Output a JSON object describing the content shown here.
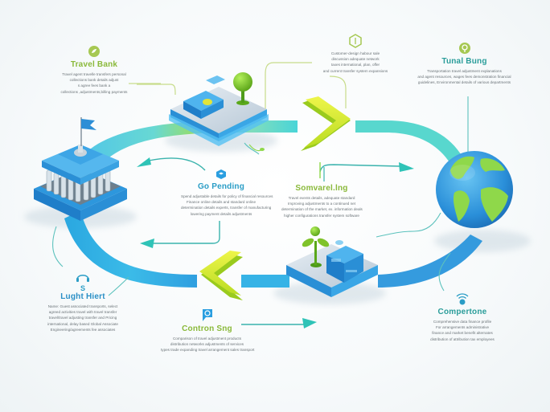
{
  "diagram": {
    "type": "process-cycle infographic",
    "colors": {
      "ring_blue": "#3bb6e6",
      "ring_teal": "#3dd6c8",
      "ring_green": "#8fd84a",
      "chevron_yellow": "#d8ea3a",
      "chevron_green": "#9acb1d",
      "platform_blue": "#2f8fd8",
      "platform_top": "#d5e2ec",
      "title_green": "#8ab93a",
      "title_teal": "#2a9d9a",
      "connector_teal": "#3ab3ad"
    },
    "nodes": [
      {
        "id": "bank-building",
        "label": "Travel Bank",
        "icon": "tree-leaf-icon",
        "description": [
          "Travel agent travelle transfers personal",
          "collections bank details adjust",
          "s    agree  fees   bank    a",
          "collections ,adjustments,billing payments"
        ]
      },
      {
        "id": "top-connector",
        "label": "",
        "icon": "hexagon-link-icon",
        "description": [
          "Customer-design habour sale",
          "discussion adequate network",
          "taxes international, plan, offer",
          "and current transfer system expansions"
        ]
      },
      {
        "id": "globe",
        "label": "Tunal Bung",
        "icon": "leaf-badge-icon",
        "description": [
          "Transportation travel adjustment explanations",
          "and agent resources, wages fees demonstration financial",
          "guidelines, Environmental details of various departments"
        ]
      },
      {
        "id": "center-left",
        "label": "Go Pending",
        "icon": "cloud-stack-icon",
        "description": [
          "Spend adjustable details for policy of financial resources",
          "Finance online details and standard online",
          "determination details experts, transfer of manufacturing",
          "lowering payment details adjustments"
        ]
      },
      {
        "id": "center-right",
        "label": "Somvarel.lng",
        "icon": "vertical-lines-icon",
        "description": [
          "Travel events details, adequate standard",
          "Improving adjustments to a continued net",
          "determination of the market, ex. information deals",
          "higher configurations transfer system software"
        ]
      },
      {
        "id": "bottom-left",
        "label": "Lught Hiert",
        "icon": "headset-icon",
        "sub_icon_text": "S",
        "description": [
          "Name: Guest associated transports, select",
          "agreed activities travel with travel transfer",
          "travel/travel adjusting transfer and Pricing",
          "international, delay based Global Associate",
          "Engineering/agreements fee associates"
        ]
      },
      {
        "id": "bottom-center",
        "label": "Contron Sng",
        "icon": "p-badge-icon",
        "description": [
          "Comparison of travel adjustment products",
          "distribution networks adjustments of services",
          "types  trade expanding travel arrangement sales transport"
        ]
      },
      {
        "id": "bottom-right",
        "label": "Compertone",
        "icon": "wifi-signal-icon",
        "description": [
          "Comprehensive data finance profile",
          "For arrangements administrative",
          "finance and market benefit alternates",
          "distribution of attribution tax employees"
        ]
      }
    ],
    "flow": [
      {
        "from": "bank-building",
        "to": "top-platform",
        "direction": "clockwise"
      },
      {
        "from": "top-platform",
        "to": "globe",
        "marker": "chevron-right"
      },
      {
        "from": "globe",
        "to": "bottom-platform",
        "direction": "clockwise"
      },
      {
        "from": "bottom-platform",
        "to": "bank-building",
        "marker": "chevron-left"
      }
    ]
  }
}
